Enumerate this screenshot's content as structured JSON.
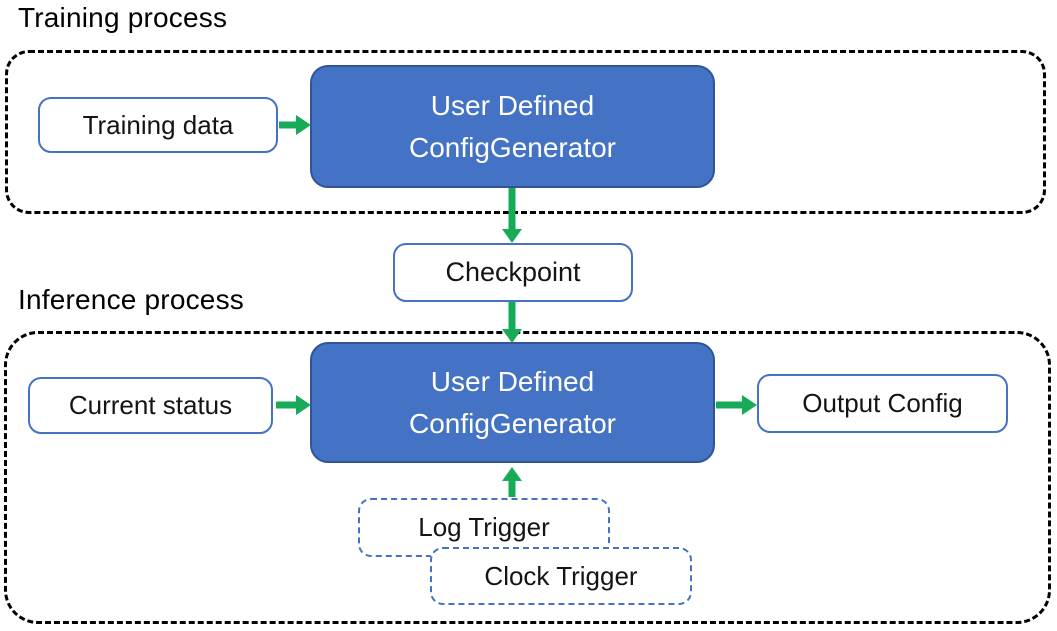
{
  "training": {
    "title": "Training process",
    "data_box_label": "Training data",
    "generator_line1": "User Defined",
    "generator_line2": "ConfigGenerator"
  },
  "checkpoint_label": "Checkpoint",
  "inference": {
    "title": "Inference process",
    "status_box_label": "Current status",
    "generator_line1": "User Defined",
    "generator_line2": "ConfigGenerator",
    "output_box_label": "Output Config",
    "log_trigger_label": "Log Trigger",
    "clock_trigger_label": "Clock Trigger"
  },
  "colors": {
    "node_fill_blue": "#4472C4",
    "node_border_dark_blue": "#2F5597",
    "outline_blue": "#4472C4",
    "arrow_green": "#17AB58",
    "region_dash_black": "#000000",
    "text_dark": "#141414",
    "text_on_blue": "#FFFFFF"
  }
}
